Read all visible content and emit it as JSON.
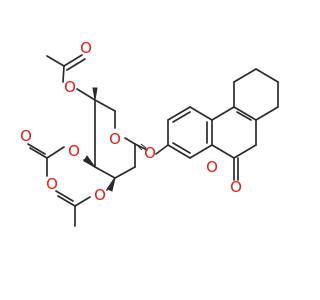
{
  "diagram": {
    "atoms": {
      "o1": "O",
      "o2": "O",
      "o3": "O",
      "o4": "O",
      "o5": "O",
      "o6": "O",
      "o7": "O",
      "o8": "O",
      "o9": "O",
      "o10": "O"
    },
    "colors": {
      "bond": "#2b2b2b",
      "oxygen": "#e0211a",
      "background": "#ffffff"
    }
  }
}
